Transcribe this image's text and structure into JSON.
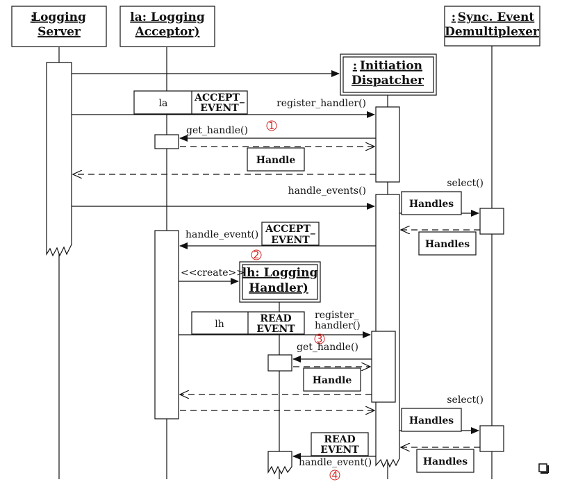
{
  "objects": {
    "logging_server": [
      "Logging",
      "Server"
    ],
    "logging_acceptor": [
      "la: Logging",
      "Acceptor)"
    ],
    "sync_demux": [
      "Sync. Event",
      "Demultiplexer"
    ],
    "initiation_dispatcher": [
      "Initiation",
      "Dispatcher"
    ],
    "logging_handler": [
      "lh: Logging",
      "Handler)"
    ]
  },
  "messages": {
    "register_handler": "register_handler()",
    "get_handle": "get_handle()",
    "handle_events": "handle_events()",
    "select": "select()",
    "handle_event": "handle_event()",
    "create": "<<create>>",
    "register_handler_2": [
      "register_",
      "handler()"
    ]
  },
  "params": {
    "la": "la",
    "lh": "lh",
    "accept_event": [
      "ACCEPT_",
      "EVENT"
    ],
    "read_event": [
      "READ",
      "EVENT"
    ]
  },
  "returns": {
    "handle": "Handles",
    "handle_single": "Handle"
  },
  "steps": [
    "①",
    "②",
    "③",
    "④"
  ],
  "end_mark": "❑"
}
